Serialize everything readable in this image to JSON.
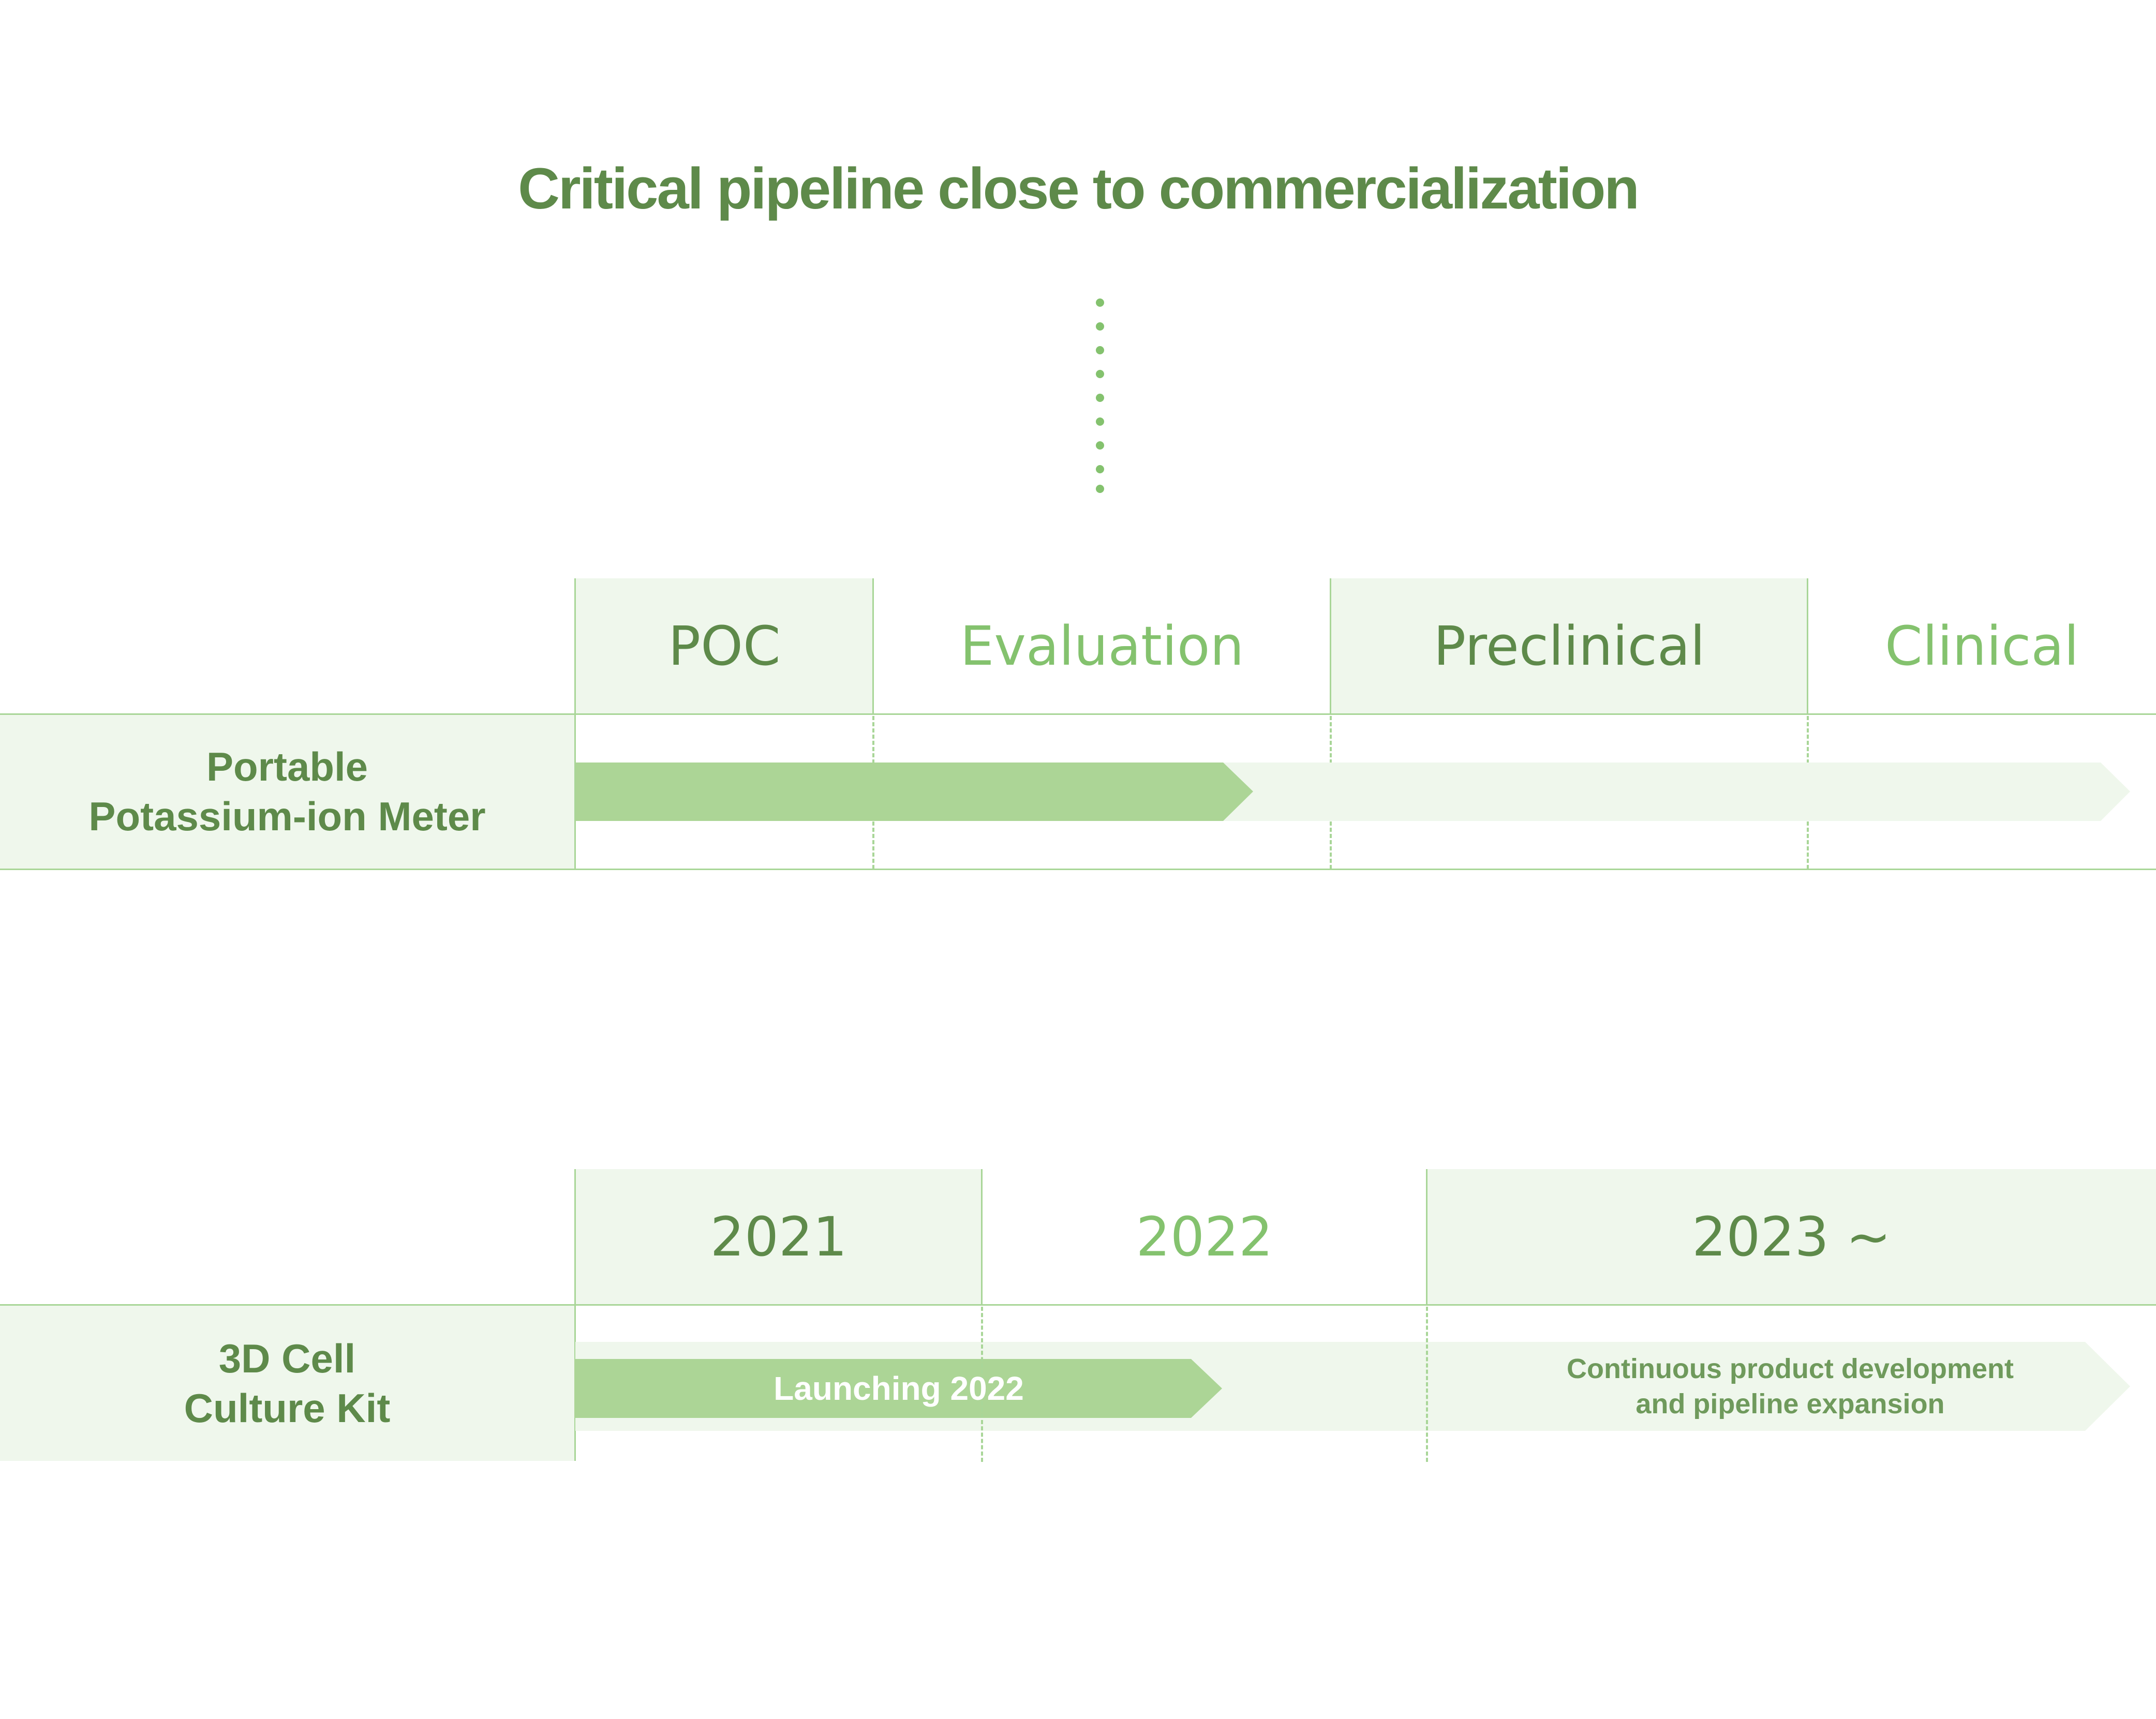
{
  "title": "Critical pipeline close to commercialization",
  "colors": {
    "dark_green": "#5e8a4a",
    "light_green": "#84c26e",
    "pale_fill": "#eff7ec",
    "bar_fill": "#acd596",
    "grid_line": "#a9d698"
  },
  "pipeline_stages": {
    "headers": [
      "POC",
      "Evaluation",
      "Preclinical",
      "Clinical"
    ],
    "product": {
      "label_line1": "Portable",
      "label_line2": "Potassium-ion Meter",
      "current_stage": "Evaluation"
    }
  },
  "timeline": {
    "headers": [
      "2021",
      "2022",
      "2023 ~"
    ],
    "product": {
      "label_line1": "3D Cell",
      "label_line2": "Culture Kit",
      "milestone": "Launching 2022",
      "future_line1": "Continuous product development",
      "future_line2": "and pipeline expansion"
    }
  }
}
